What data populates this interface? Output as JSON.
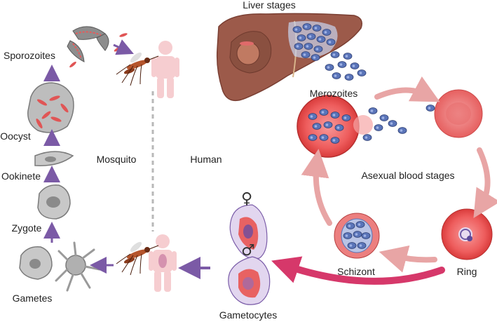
{
  "labels": {
    "liver_stages": "Liver stages",
    "merozoites": "Merozoites",
    "asexual_blood_stages": "Asexual blood stages",
    "schizont": "Schizont",
    "ring": "Ring",
    "gametocytes": "Gametocytes",
    "human": "Human",
    "mosquito": "Mosquito",
    "sporozoites": "Sporozoites",
    "oocyst": "Oocyst",
    "ookinete": "Ookinete",
    "zygote": "Zygote",
    "gametes": "Gametes"
  },
  "symbols": {
    "female": "♀",
    "male": "♂"
  },
  "colors": {
    "mosquito_arrows": "#7b5aa6",
    "blood_cycle_arrows": "#e8a5a5",
    "gametocyte_arrow": "#d6386a",
    "human_figure": "#f6cdd0",
    "rbc": "#e84b4b",
    "parasite": "#5a74b8",
    "liver": "#9c5a4a"
  }
}
